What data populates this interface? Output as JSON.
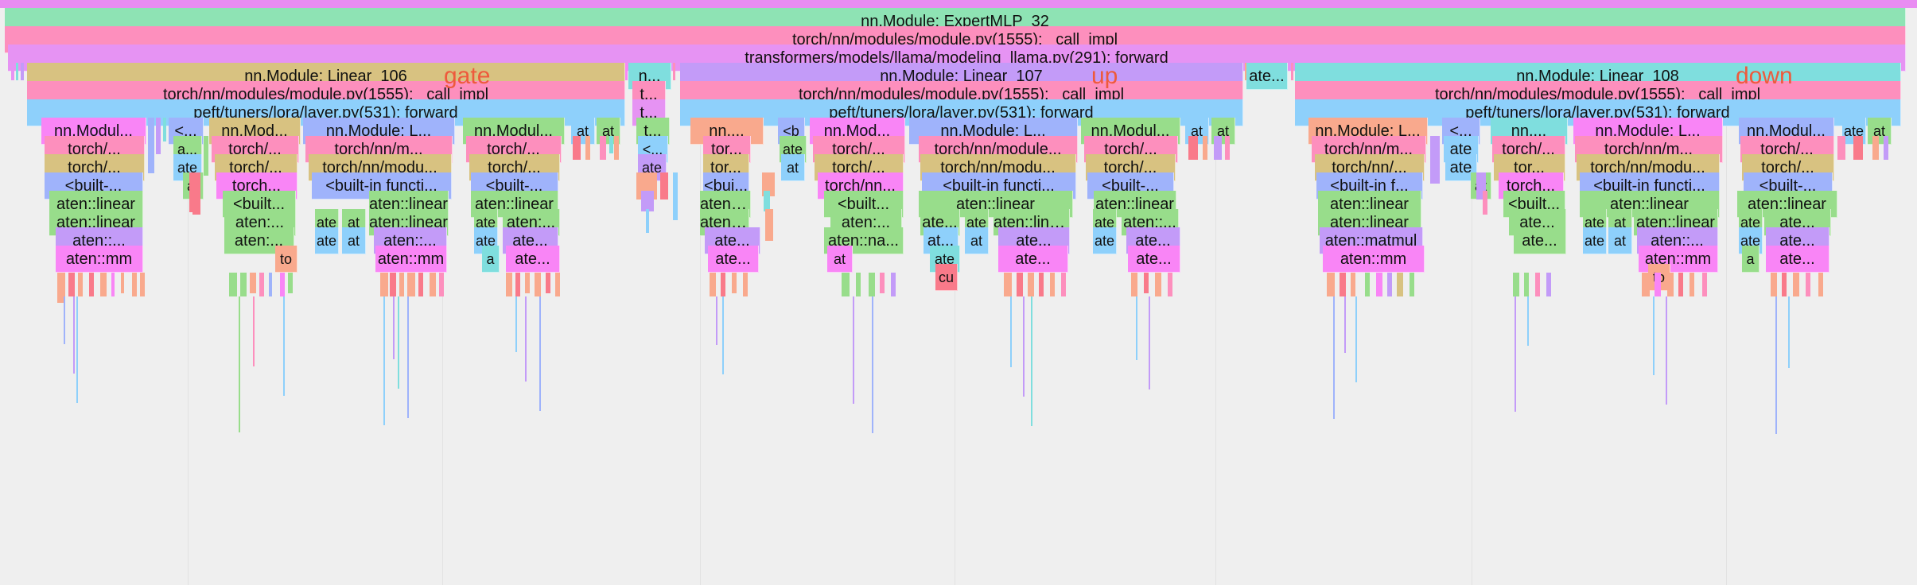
{
  "colors": {
    "green": "#8ee3b4",
    "pink": "#fd8fbd",
    "violet": "#e693f3",
    "tan": "#d8c281",
    "teal": "#7fdede",
    "lavender": "#c39bf8",
    "blue": "#8ed0fb",
    "periwinkle": "#9fb3fb",
    "lime": "#98dd8b",
    "magenta": "#f985f6",
    "salmon": "#f9a98d",
    "red": "#f97a8a",
    "annotation": "#ee5a3c",
    "background": "#efefef"
  },
  "annotations": [
    {
      "text": "gate"
    },
    {
      "text": "up"
    },
    {
      "text": "down"
    }
  ],
  "frames": [
    {
      "text": "nn.Module: ExpertMLP_32"
    },
    {
      "text": "torch/nn/modules/module.py(1555): _call_impl"
    },
    {
      "text": "transformers/models/llama/modeling_llama.py(291): forward"
    },
    {
      "text": "nn.Module: Linear_106"
    },
    {
      "text": "n..."
    },
    {
      "text": "nn.Module: Linear_107"
    },
    {
      "text": "ate..."
    },
    {
      "text": "nn.Module: Linear_108"
    },
    {
      "text": "torch/nn/modules/module.py(1555): _call_impl"
    },
    {
      "text": "t..."
    },
    {
      "text": "torch/nn/modules/module.py(1555): _call_impl"
    },
    {
      "text": "torch/nn/modules/module.py(1555): _call_impl"
    },
    {
      "text": "peft/tuners/lora/layer.py(531): forward"
    },
    {
      "text": "t..."
    },
    {
      "text": "peft/tuners/lora/layer.py(531): forward"
    },
    {
      "text": "peft/tuners/lora/layer.py(531): forward"
    },
    {
      "text": "nn.Modul..."
    },
    {
      "text": "<..."
    },
    {
      "text": "nn.Mod..."
    },
    {
      "text": "nn.Module: L..."
    },
    {
      "text": "nn.Modul..."
    },
    {
      "text": "at"
    },
    {
      "text": "at"
    },
    {
      "text": "t..."
    },
    {
      "text": "nn...."
    },
    {
      "text": "<b"
    },
    {
      "text": "nn.Mod..."
    },
    {
      "text": "nn.Module: L..."
    },
    {
      "text": "nn.Modul..."
    },
    {
      "text": "at"
    },
    {
      "text": "at"
    },
    {
      "text": "nn.Module: L..."
    },
    {
      "text": "<..."
    },
    {
      "text": "nn...."
    },
    {
      "text": "nn.Module: L..."
    },
    {
      "text": "nn.Modul..."
    },
    {
      "text": "ate"
    },
    {
      "text": "at"
    },
    {
      "text": "torch/..."
    },
    {
      "text": "a..."
    },
    {
      "text": "torch/..."
    },
    {
      "text": "torch/nn/m..."
    },
    {
      "text": "torch/..."
    },
    {
      "text": "<..."
    },
    {
      "text": "tor..."
    },
    {
      "text": "ate"
    },
    {
      "text": "torch/..."
    },
    {
      "text": "torch/nn/module..."
    },
    {
      "text": "torch/..."
    },
    {
      "text": "torch/nn/m..."
    },
    {
      "text": "ate"
    },
    {
      "text": "torch/..."
    },
    {
      "text": "torch/nn/m..."
    },
    {
      "text": "torch/..."
    },
    {
      "text": "torch/..."
    },
    {
      "text": "ate"
    },
    {
      "text": "torch/..."
    },
    {
      "text": "torch/nn/modu..."
    },
    {
      "text": "torch/..."
    },
    {
      "text": "ate"
    },
    {
      "text": "tor..."
    },
    {
      "text": "at"
    },
    {
      "text": "torch/..."
    },
    {
      "text": "torch/nn/modu..."
    },
    {
      "text": "torch/..."
    },
    {
      "text": "torch/nn/..."
    },
    {
      "text": "ate"
    },
    {
      "text": "tor..."
    },
    {
      "text": "torch/nn/modu..."
    },
    {
      "text": "torch/..."
    },
    {
      "text": "<built-..."
    },
    {
      "text": "at"
    },
    {
      "text": "torch..."
    },
    {
      "text": "<built-in functi..."
    },
    {
      "text": "<built-..."
    },
    {
      "text": "<bui..."
    },
    {
      "text": "torch/nn..."
    },
    {
      "text": "<built-in functi..."
    },
    {
      "text": "<built-..."
    },
    {
      "text": "<built-in f..."
    },
    {
      "text": "at"
    },
    {
      "text": "torch..."
    },
    {
      "text": "<built-in functi..."
    },
    {
      "text": "<built-..."
    },
    {
      "text": "aten::linear"
    },
    {
      "text": "<built..."
    },
    {
      "text": "aten::linear"
    },
    {
      "text": "aten::linear"
    },
    {
      "text": "aten::..."
    },
    {
      "text": "<built..."
    },
    {
      "text": "aten::linear"
    },
    {
      "text": "aten::linear"
    },
    {
      "text": "aten::linear"
    },
    {
      "text": "<built..."
    },
    {
      "text": "aten::linear"
    },
    {
      "text": "aten::linear"
    },
    {
      "text": "aten::linear"
    },
    {
      "text": "aten:..."
    },
    {
      "text": "ate"
    },
    {
      "text": "at"
    },
    {
      "text": "aten::linear"
    },
    {
      "text": "ate"
    },
    {
      "text": "aten:..."
    },
    {
      "text": "aten::..."
    },
    {
      "text": "aten:..."
    },
    {
      "text": "ate..."
    },
    {
      "text": "ate"
    },
    {
      "text": "aten::linear"
    },
    {
      "text": "ate"
    },
    {
      "text": "aten::..."
    },
    {
      "text": "aten::linear"
    },
    {
      "text": "ate..."
    },
    {
      "text": "ate"
    },
    {
      "text": "at"
    },
    {
      "text": "aten::linear"
    },
    {
      "text": "ate"
    },
    {
      "text": "ate..."
    },
    {
      "text": "aten::..."
    },
    {
      "text": "aten:..."
    },
    {
      "text": "ate"
    },
    {
      "text": "at"
    },
    {
      "text": "aten::..."
    },
    {
      "text": "ate"
    },
    {
      "text": "ate..."
    },
    {
      "text": "ate..."
    },
    {
      "text": "aten::na..."
    },
    {
      "text": "at..."
    },
    {
      "text": "at"
    },
    {
      "text": "ate..."
    },
    {
      "text": "ate"
    },
    {
      "text": "ate..."
    },
    {
      "text": "aten::matmul"
    },
    {
      "text": "ate..."
    },
    {
      "text": "ate"
    },
    {
      "text": "at"
    },
    {
      "text": "aten::..."
    },
    {
      "text": "ate"
    },
    {
      "text": "ate..."
    },
    {
      "text": "aten::mm"
    },
    {
      "text": "to"
    },
    {
      "text": "aten::mm"
    },
    {
      "text": "a"
    },
    {
      "text": "ate..."
    },
    {
      "text": "ate..."
    },
    {
      "text": "at"
    },
    {
      "text": "ate"
    },
    {
      "text": "ate..."
    },
    {
      "text": "ate..."
    },
    {
      "text": "aten::mm"
    },
    {
      "text": "aten::mm"
    },
    {
      "text": "a"
    },
    {
      "text": "ate..."
    },
    {
      "text": "cu"
    },
    {
      "text": "to"
    }
  ]
}
